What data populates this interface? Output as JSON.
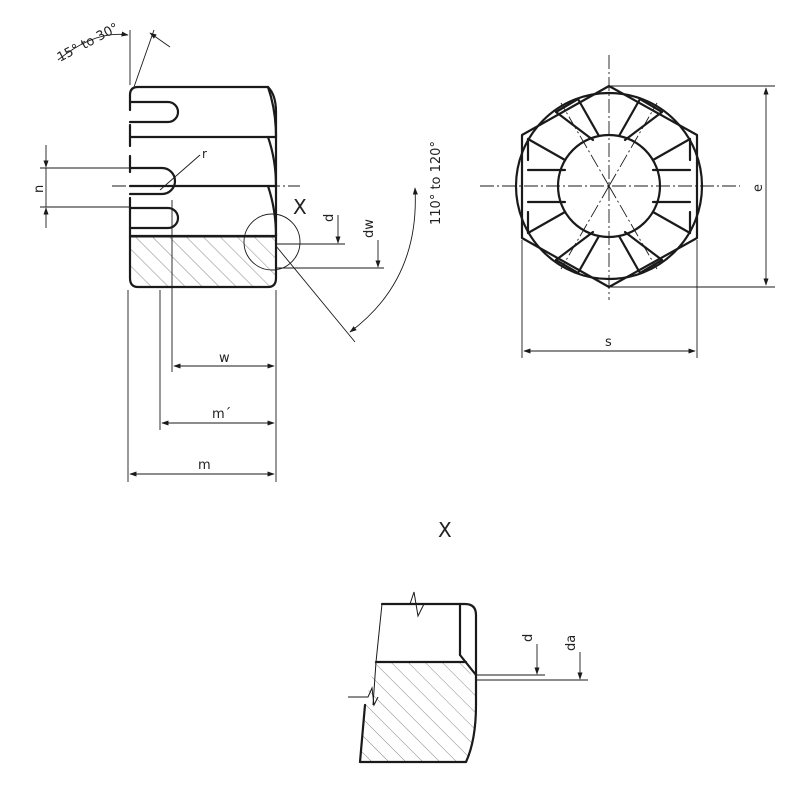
{
  "labels": {
    "chamfer_angle": "15° to 30°",
    "countersink_angle": "110° to 120°",
    "n": "n",
    "r": "r",
    "d": "d",
    "dw": "dw",
    "w": "w",
    "m_prime": "m´",
    "m": "m",
    "e": "e",
    "s": "s",
    "detail_marker": "X",
    "detail_title": "X",
    "detail_d": "d",
    "detail_da": "da"
  }
}
